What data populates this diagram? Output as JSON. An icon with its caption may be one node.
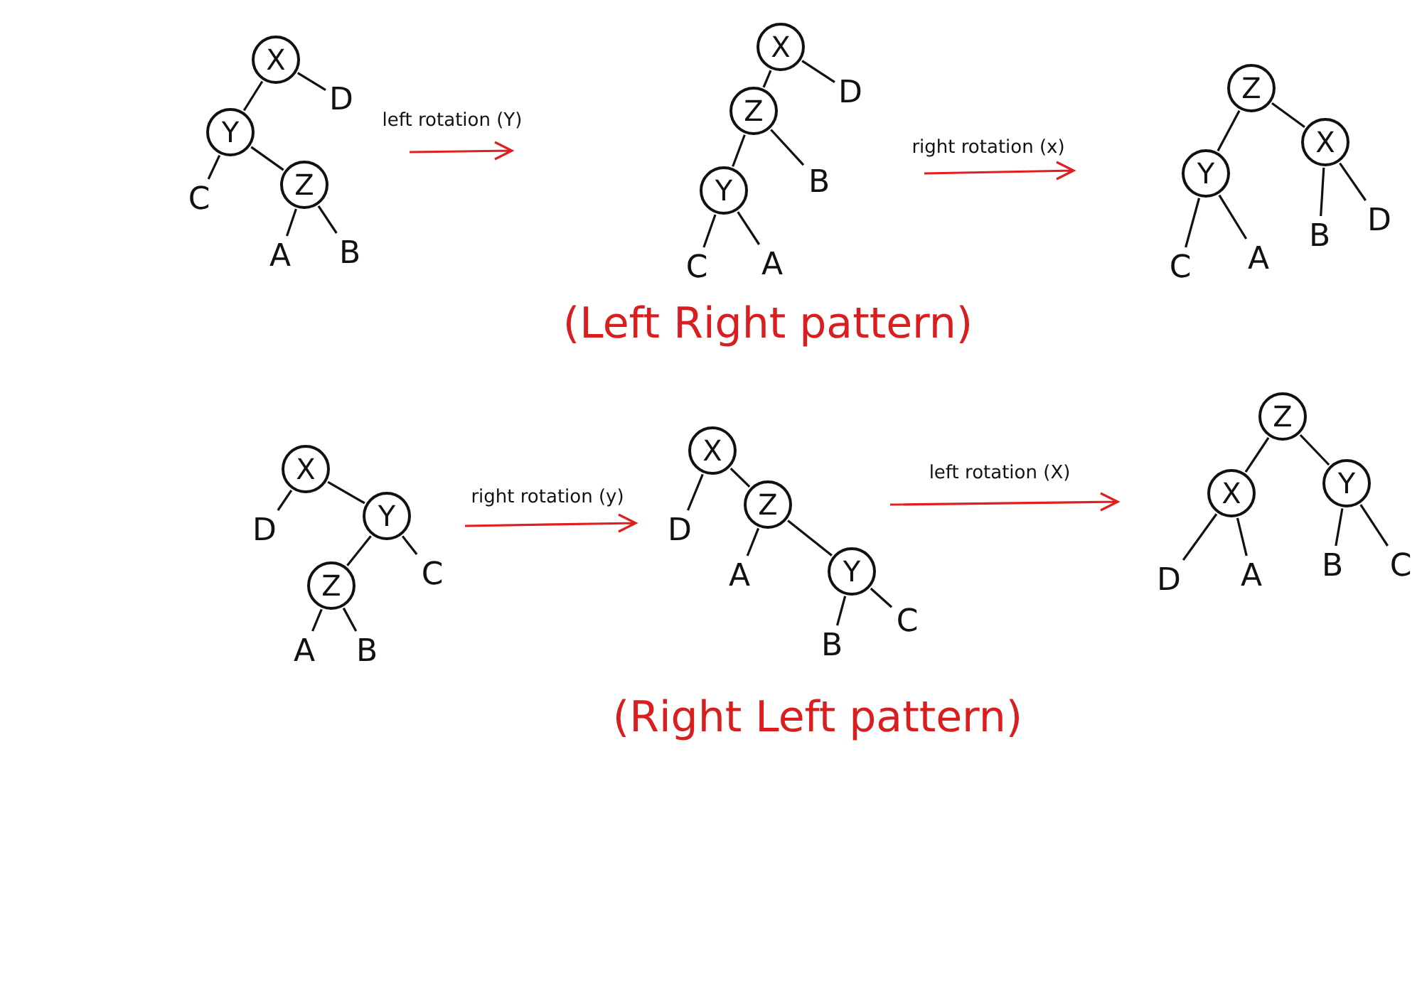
{
  "diagram": {
    "nodes": [
      {
        "text": [
          "X"
        ]
      },
      {
        "text": [
          "D"
        ]
      },
      {
        "text": [
          "Y"
        ]
      },
      {
        "text": [
          "C"
        ]
      },
      {
        "text": [
          "Z"
        ]
      },
      {
        "text": [
          "A"
        ]
      },
      {
        "text": [
          "B"
        ]
      },
      {
        "text": [
          "X"
        ]
      },
      {
        "text": [
          "D"
        ]
      },
      {
        "text": [
          "Z"
        ]
      },
      {
        "text": [
          "B"
        ]
      },
      {
        "text": [
          "Y"
        ]
      },
      {
        "text": [
          "C"
        ]
      },
      {
        "text": [
          "A"
        ]
      },
      {
        "text": [
          "Z"
        ]
      },
      {
        "text": [
          "Y"
        ]
      },
      {
        "text": [
          "X"
        ]
      },
      {
        "text": [
          "C"
        ]
      },
      {
        "text": [
          "A"
        ]
      },
      {
        "text": [
          "B"
        ]
      },
      {
        "text": [
          "D"
        ]
      },
      {
        "text": [
          "X"
        ]
      },
      {
        "text": [
          "D"
        ]
      },
      {
        "text": [
          "Y"
        ]
      },
      {
        "text": [
          "Z"
        ]
      },
      {
        "text": [
          "C"
        ]
      },
      {
        "text": [
          "A"
        ]
      },
      {
        "text": [
          "B"
        ]
      },
      {
        "text": [
          "X"
        ]
      },
      {
        "text": [
          "D"
        ]
      },
      {
        "text": [
          "Z"
        ]
      },
      {
        "text": [
          "A"
        ]
      },
      {
        "text": [
          "Y"
        ]
      },
      {
        "text": [
          "B"
        ]
      },
      {
        "text": [
          "C"
        ]
      },
      {
        "text": [
          "Z"
        ]
      },
      {
        "text": [
          "X"
        ]
      },
      {
        "text": [
          "Y"
        ]
      },
      {
        "text": [
          "D"
        ]
      },
      {
        "text": [
          "A"
        ]
      },
      {
        "text": [
          "B"
        ]
      },
      {
        "text": [
          "C"
        ]
      }
    ],
    "edges": [
      {
        "from": 0,
        "to": 2,
        "arrow": "none"
      },
      {
        "from": 0,
        "to": 1,
        "arrow": "none"
      },
      {
        "from": 2,
        "to": 3,
        "arrow": "none"
      },
      {
        "from": 2,
        "to": 4,
        "arrow": "none"
      },
      {
        "from": 4,
        "to": 5,
        "arrow": "none"
      },
      {
        "from": 4,
        "to": 6,
        "arrow": "none"
      },
      {
        "from": 7,
        "to": 9,
        "arrow": "none"
      },
      {
        "from": 7,
        "to": 8,
        "arrow": "none"
      },
      {
        "from": 9,
        "to": 11,
        "arrow": "none"
      },
      {
        "from": 9,
        "to": 10,
        "arrow": "none"
      },
      {
        "from": 11,
        "to": 12,
        "arrow": "none"
      },
      {
        "from": 11,
        "to": 13,
        "arrow": "none"
      },
      {
        "from": 14,
        "to": 15,
        "arrow": "none"
      },
      {
        "from": 14,
        "to": 16,
        "arrow": "none"
      },
      {
        "from": 15,
        "to": 17,
        "arrow": "none"
      },
      {
        "from": 15,
        "to": 18,
        "arrow": "none"
      },
      {
        "from": 16,
        "to": 19,
        "arrow": "none"
      },
      {
        "from": 16,
        "to": 20,
        "arrow": "none"
      },
      {
        "from": 21,
        "to": 22,
        "arrow": "none"
      },
      {
        "from": 21,
        "to": 23,
        "arrow": "none"
      },
      {
        "from": 23,
        "to": 24,
        "arrow": "none"
      },
      {
        "from": 23,
        "to": 25,
        "arrow": "none"
      },
      {
        "from": 24,
        "to": 26,
        "arrow": "none"
      },
      {
        "from": 24,
        "to": 27,
        "arrow": "none"
      },
      {
        "from": 28,
        "to": 29,
        "arrow": "none"
      },
      {
        "from": 28,
        "to": 30,
        "arrow": "none"
      },
      {
        "from": 30,
        "to": 31,
        "arrow": "none"
      },
      {
        "from": 30,
        "to": 32,
        "arrow": "none"
      },
      {
        "from": 32,
        "to": 33,
        "arrow": "none"
      },
      {
        "from": 32,
        "to": 34,
        "arrow": "none"
      },
      {
        "from": 35,
        "to": 36,
        "arrow": "none"
      },
      {
        "from": 35,
        "to": 37,
        "arrow": "none"
      },
      {
        "from": 36,
        "to": 38,
        "arrow": "none"
      },
      {
        "from": 36,
        "to": 39,
        "arrow": "none"
      },
      {
        "from": 37,
        "to": 40,
        "arrow": "none"
      },
      {
        "from": 37,
        "to": 41,
        "arrow": "none"
      }
    ],
    "labels": [
      "left rotation (Y)",
      "right rotation (x)",
      "(Left Right pattern)",
      "right rotation (y)",
      "left rotation (X)",
      "(Right Left pattern)"
    ]
  }
}
